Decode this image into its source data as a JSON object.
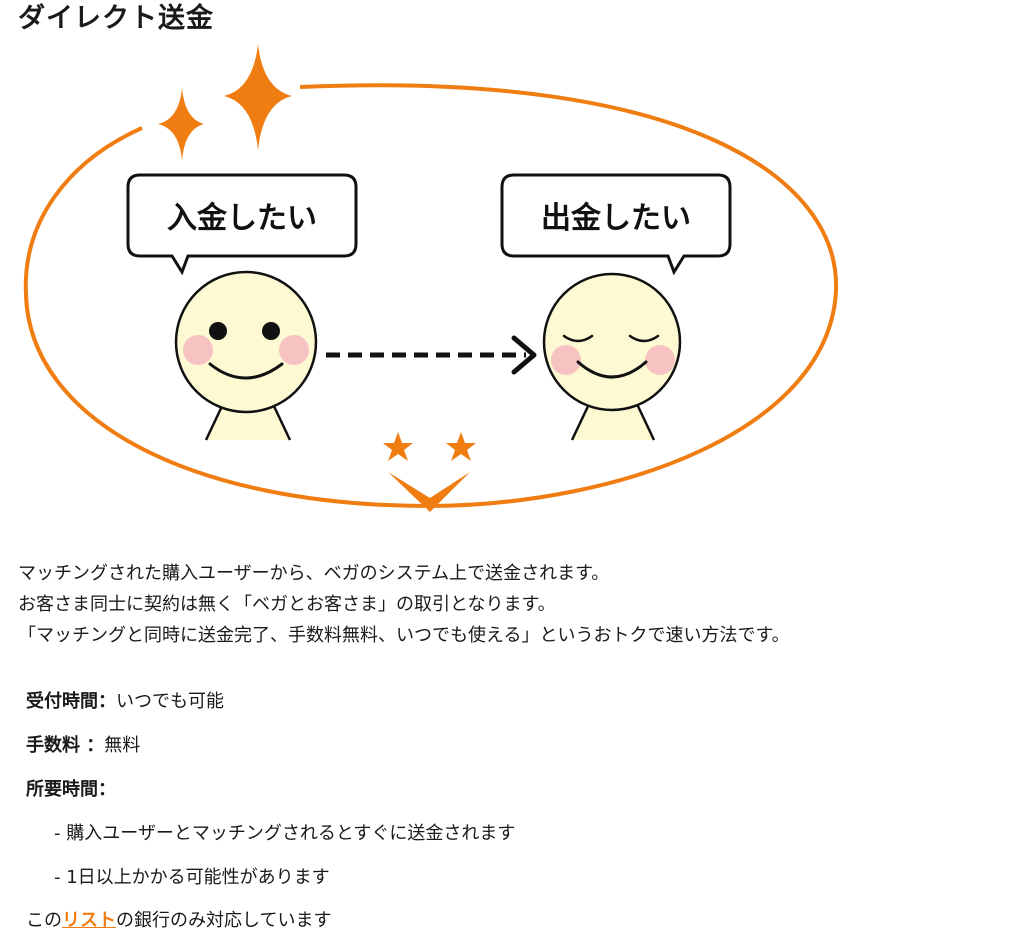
{
  "header": {
    "title": "ダイレクト送金"
  },
  "illustration": {
    "bubble_left": "入金したい",
    "bubble_right": "出金したい",
    "accent_color": "#f07d12",
    "icons": [
      "sparkle-icon",
      "star-icon",
      "arrow-right-icon",
      "check-icon"
    ]
  },
  "intro": {
    "line1": "マッチングされた購入ユーザーから、ベガのシステム上で送金されます。",
    "line2": "お客さま同士に契約は無く「ベガとお客さま」の取引となります。",
    "line3": "「マッチングと同時に送金完了、手数料無料、いつでも使える」というおトクで速い方法です。"
  },
  "spec": {
    "hours_label": "受付時間：",
    "hours_value": "いつでも可能",
    "fee_label": "手数料 ：",
    "fee_value": "無料",
    "time_label": "所要時間：",
    "time_item1": "- 購入ユーザーとマッチングされるとすぐに送金されます",
    "time_item2": "- 1日以上かかる可能性があります"
  },
  "footer": {
    "prefix": "この",
    "link": "リスト",
    "suffix": "の銀行のみ対応しています"
  }
}
